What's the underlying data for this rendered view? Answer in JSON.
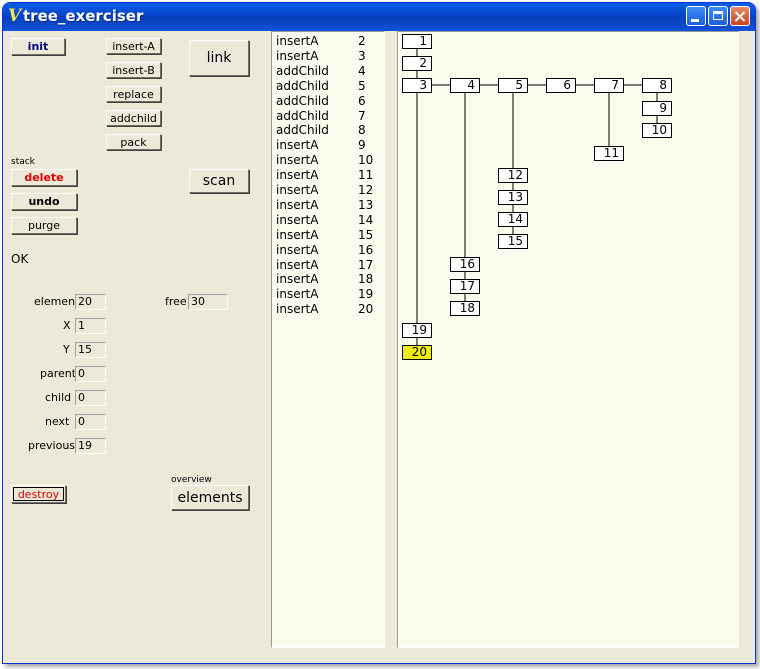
{
  "window": {
    "title": "tree_exerciser",
    "app_icon": "V"
  },
  "buttons": {
    "init": "init",
    "insert_a": "insert-A",
    "insert_b": "insert-B",
    "replace": "replace",
    "addchild": "addchild",
    "pack": "pack",
    "link": "link",
    "delete": "delete",
    "undo": "undo",
    "purge": "purge",
    "scan": "scan",
    "destroy": "destroy",
    "elements": "elements"
  },
  "labels": {
    "stack": "stack",
    "overview": "overview"
  },
  "status": "OK",
  "fields": {
    "element": {
      "label": "element",
      "value": "20"
    },
    "free": {
      "label": "free",
      "value": "30"
    },
    "x": {
      "label": "X",
      "value": "1"
    },
    "y": {
      "label": "Y",
      "value": "15"
    },
    "parent": {
      "label": "parent",
      "value": "0"
    },
    "child": {
      "label": "child",
      "value": "0"
    },
    "next": {
      "label": "next",
      "value": "0"
    },
    "previous": {
      "label": "previous",
      "value": "19"
    }
  },
  "log": [
    {
      "op": "insertA",
      "n": "2"
    },
    {
      "op": "insertA",
      "n": "3"
    },
    {
      "op": "addChild",
      "n": "4"
    },
    {
      "op": "addChild",
      "n": "5"
    },
    {
      "op": "addChild",
      "n": "6"
    },
    {
      "op": "addChild",
      "n": "7"
    },
    {
      "op": "addChild",
      "n": "8"
    },
    {
      "op": "insertA",
      "n": "9"
    },
    {
      "op": "insertA",
      "n": "10"
    },
    {
      "op": "insertA",
      "n": "11"
    },
    {
      "op": "insertA",
      "n": "12"
    },
    {
      "op": "insertA",
      "n": "13"
    },
    {
      "op": "insertA",
      "n": "14"
    },
    {
      "op": "insertA",
      "n": "15"
    },
    {
      "op": "insertA",
      "n": "16"
    },
    {
      "op": "insertA",
      "n": "17"
    },
    {
      "op": "insertA",
      "n": "18"
    },
    {
      "op": "insertA",
      "n": "19"
    },
    {
      "op": "insertA",
      "n": "20"
    }
  ],
  "tree": {
    "nodes": [
      "1",
      "2",
      "3",
      "4",
      "5",
      "6",
      "7",
      "8",
      "9",
      "10",
      "11",
      "12",
      "13",
      "14",
      "15",
      "16",
      "17",
      "18",
      "19",
      "20"
    ],
    "selected": "20",
    "selected_color": "#f0ec14"
  },
  "colors": {
    "title_bar": "#0a4fd6",
    "delete_text": "#e00000",
    "destroy_text": "#e00000",
    "init_text": "#000080",
    "panel_bg": "#fbfbee"
  }
}
